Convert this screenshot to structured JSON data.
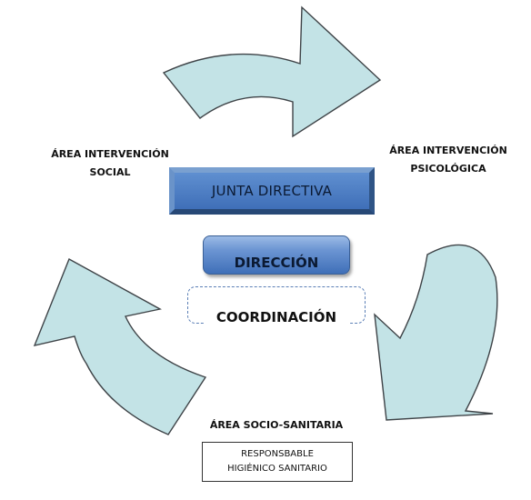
{
  "diagram": {
    "areas": {
      "social": {
        "line1": "ÁREA INTERVENCIÓN",
        "line2": "SOCIAL"
      },
      "psicologica": {
        "line1": "ÁREA INTERVENCIÓN",
        "line2": "PSICOLÓGICA"
      },
      "socio_sanitaria": {
        "line1": "ÁREA SOCIO-SANITARIA"
      }
    },
    "junta_directiva": "JUNTA DIRECTIVA",
    "direccion": "DIRECCIÓN",
    "coordinacion": "COORDINACIÓN",
    "responsable": {
      "line1": "RESPONSBABLE",
      "line2": "HIGIÉNICO SANITARIO"
    },
    "colors": {
      "arrow_fill": "#c3e3e6",
      "arrow_stroke": "#3e4347",
      "junta_fill": "#4f81bd",
      "direccion_fill": "#6d96d3",
      "coordinacion_border": "#5b7fb6"
    }
  }
}
